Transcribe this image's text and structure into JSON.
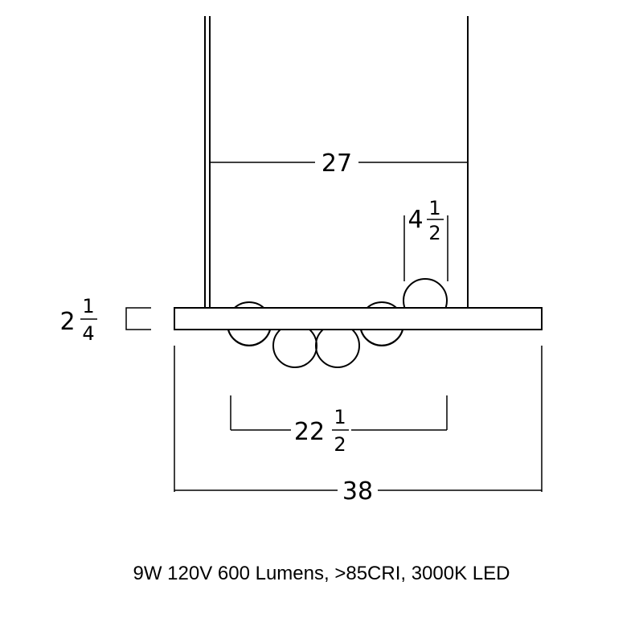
{
  "dimensions": {
    "rod_spacing": "27",
    "globe_drop_whole": "4",
    "globe_drop_num": "1",
    "globe_drop_den": "2",
    "bar_height_whole": "2",
    "bar_height_num": "1",
    "bar_height_den": "4",
    "globe_span_whole": "22",
    "globe_span_num": "1",
    "globe_span_den": "2",
    "overall_width": "38"
  },
  "caption": "9W 120V 600 Lumens, >85CRI, 3000K LED"
}
